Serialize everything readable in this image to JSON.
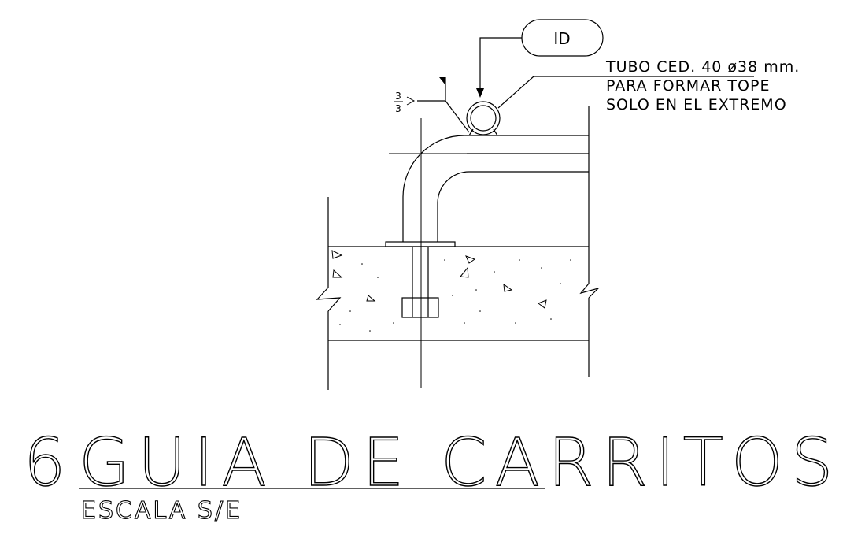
{
  "detail": {
    "number": "6",
    "title": "GUIA DE CARRITOS",
    "scale": "ESCALA S/E"
  },
  "callout": {
    "tag": "ID",
    "note_lines": [
      "TUBO CED. 40 ø38 mm.",
      "PARA FORMAR TOPE",
      "SOLO EN EL EXTREMO"
    ]
  },
  "weld_symbol": {
    "top": "3",
    "bottom": "3"
  }
}
